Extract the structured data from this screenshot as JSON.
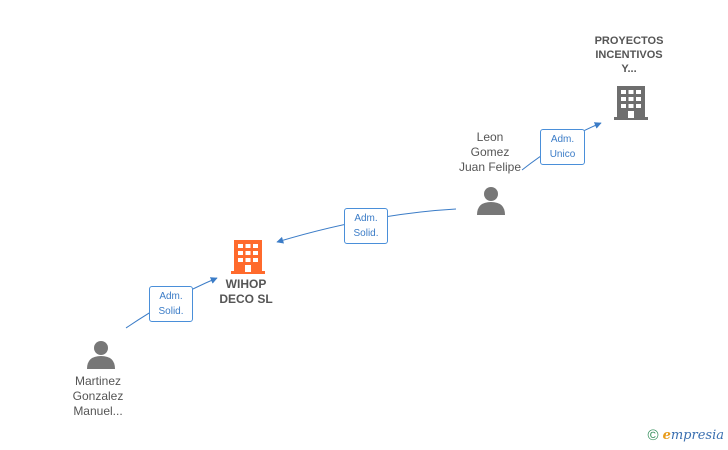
{
  "nodes": {
    "proyectos": {
      "label": "PROYECTOS\nINCENTIVOS\nY...",
      "type": "company",
      "color": "#6e6e6e"
    },
    "leon": {
      "label": "Leon\nGomez\nJuan Felipe",
      "type": "person",
      "color": "#777777"
    },
    "wihop": {
      "label": "WIHOP\nDECO  SL",
      "type": "company",
      "color": "#ff6a2c"
    },
    "martinez": {
      "label": "Martinez\nGonzalez\nManuel...",
      "type": "person",
      "color": "#777777"
    }
  },
  "edges": {
    "leon_to_proyectos": {
      "label": "Adm.\nUnico",
      "from": "leon",
      "to": "proyectos"
    },
    "leon_to_wihop": {
      "label": "Adm.\nSolid.",
      "from": "leon",
      "to": "wihop"
    },
    "martinez_to_wihop": {
      "label": "Adm.\nSolid.",
      "from": "martinez",
      "to": "wihop"
    }
  },
  "brand": {
    "copyright_symbol": "©",
    "name_first": "e",
    "name_rest": "mpresia"
  },
  "colors": {
    "edge": "#3b7cc7",
    "edge_label_border": "#4a8fd9"
  }
}
